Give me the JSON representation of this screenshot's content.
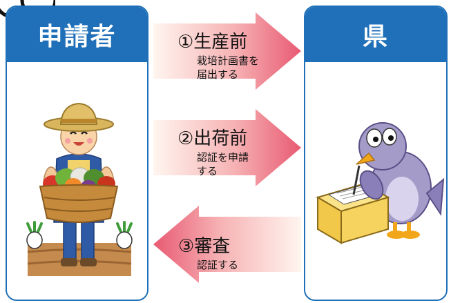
{
  "applicant": {
    "label": "申請者"
  },
  "prefecture": {
    "label": "県"
  },
  "steps": [
    {
      "title": "①生産前",
      "desc": "栽培計画書を\n届出する",
      "direction": "right"
    },
    {
      "title": "②出荷前",
      "desc": "認証を申請\nする",
      "direction": "right"
    },
    {
      "title": "③審査",
      "desc": "認証する",
      "direction": "left"
    }
  ],
  "colors": {
    "frame": "#1f70b8",
    "arrow_tip": "#e85a72",
    "arrow_tail": "#fff5ef"
  }
}
